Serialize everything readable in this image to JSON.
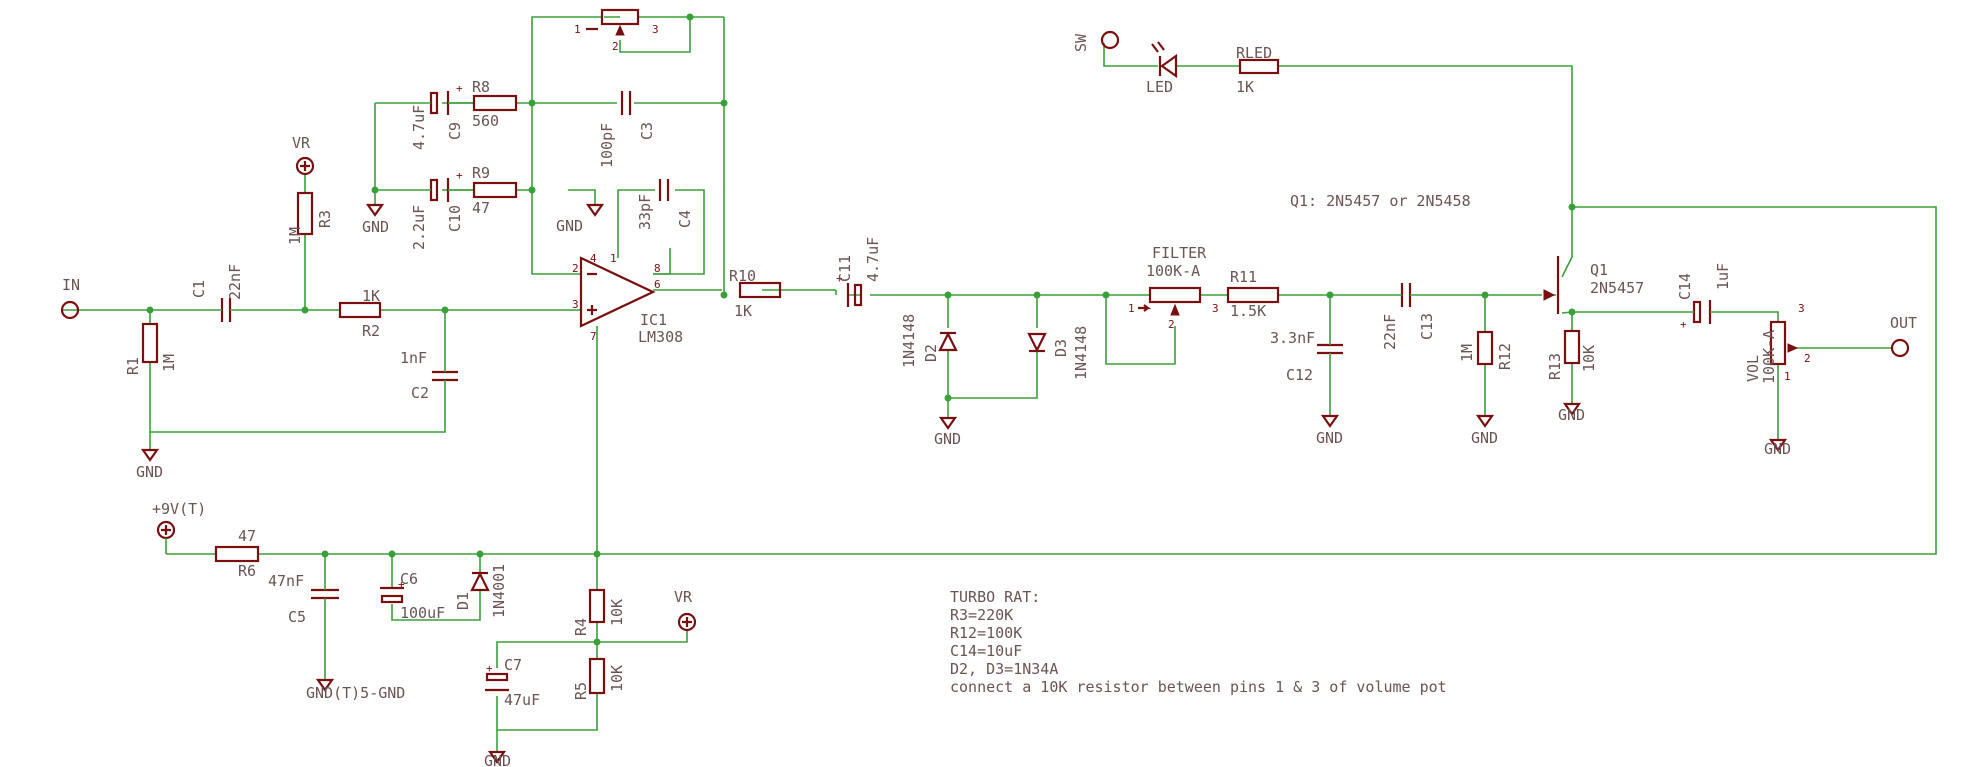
{
  "labels": {
    "in": "IN",
    "vr_top": "VR",
    "vr_bottom": "VR",
    "plus9v": "+9V(T)",
    "sw": "SW",
    "led": "LED",
    "rled": "RLED",
    "rled_val": "1K",
    "out": "OUT",
    "gnd1": "GND",
    "gnd2": "GND",
    "gnd3": "GND",
    "gnd4": "GND",
    "gnd5": "GND",
    "gnd6": "GND",
    "gnd7": "GND",
    "gnd8": "GND",
    "gnd9": "GND",
    "gndt": "GND(T)5-GND",
    "c1": "C1",
    "c1_val": "22nF",
    "r1": "R1",
    "r1_val": "1M",
    "r2": "R2",
    "r2_val": "1K",
    "r3": "R3",
    "r3_val": "1M",
    "c2": "C2",
    "c2_val": "1nF",
    "c9": "C9",
    "c9_val": "4.7uF",
    "r8": "R8",
    "r8_val": "560",
    "c10": "C10",
    "c10_val": "2.2uF",
    "r9": "R9",
    "r9_val": "47",
    "c3": "C3",
    "c3_val": "100pF",
    "c4": "C4",
    "c4_val": "33pF",
    "ic1": "IC1",
    "ic1_val": "LM308",
    "pin1": "1",
    "pin2": "2",
    "pin3": "3",
    "pin4": "4",
    "pin6": "6",
    "pin7": "7",
    "pin8": "8",
    "fb_pot_p1": "1",
    "fb_pot_p2": "2",
    "fb_pot_p3": "3",
    "r10": "R10",
    "r10_val": "1K",
    "c11": "C11",
    "c11_val": "4.7uF",
    "d2": "D2",
    "d2_val": "1N4148",
    "d3": "D3",
    "d3_val": "1N4148",
    "filter": "FILTER",
    "filter_val": "100K-A",
    "filter_p1": "1",
    "filter_p2": "2",
    "filter_p3": "3",
    "r11": "R11",
    "r11_val": "1.5K",
    "c12": "C12",
    "c12_val": "3.3nF",
    "c13": "C13",
    "c13_val": "22nF",
    "r12": "R12",
    "r12_val": "1M",
    "q1": "Q1",
    "q1_val": "2N5457",
    "q1_note": "Q1: 2N5457 or 2N5458",
    "r13": "R13",
    "r13_val": "10K",
    "c14": "C14",
    "c14_val": "1uF",
    "vol": "VOL",
    "vol_val": "100K-A",
    "vol_p1": "1",
    "vol_p2": "2",
    "vol_p3": "3",
    "r6": "R6",
    "r6_val": "47",
    "c5": "C5",
    "c5_val": "47nF",
    "c6": "C6",
    "c6_val": "100uF",
    "d1": "D1",
    "d1_val": "1N4001",
    "r4": "R4",
    "r4_val": "10K",
    "r5": "R5",
    "r5_val": "10K",
    "c7": "C7",
    "c7_val": "47uF"
  },
  "notes": {
    "title": "TURBO RAT:",
    "line1": "R3=220K",
    "line2": "R12=100K",
    "line3": "C14=10uF",
    "line4": "D2, D3=1N34A",
    "line5": "connect a 10K resistor between pins 1 & 3 of volume pot"
  },
  "colors": {
    "wire": "#3aa03a",
    "part": "#7a0f10",
    "text": "#6b5454",
    "background": "#ffffff"
  }
}
